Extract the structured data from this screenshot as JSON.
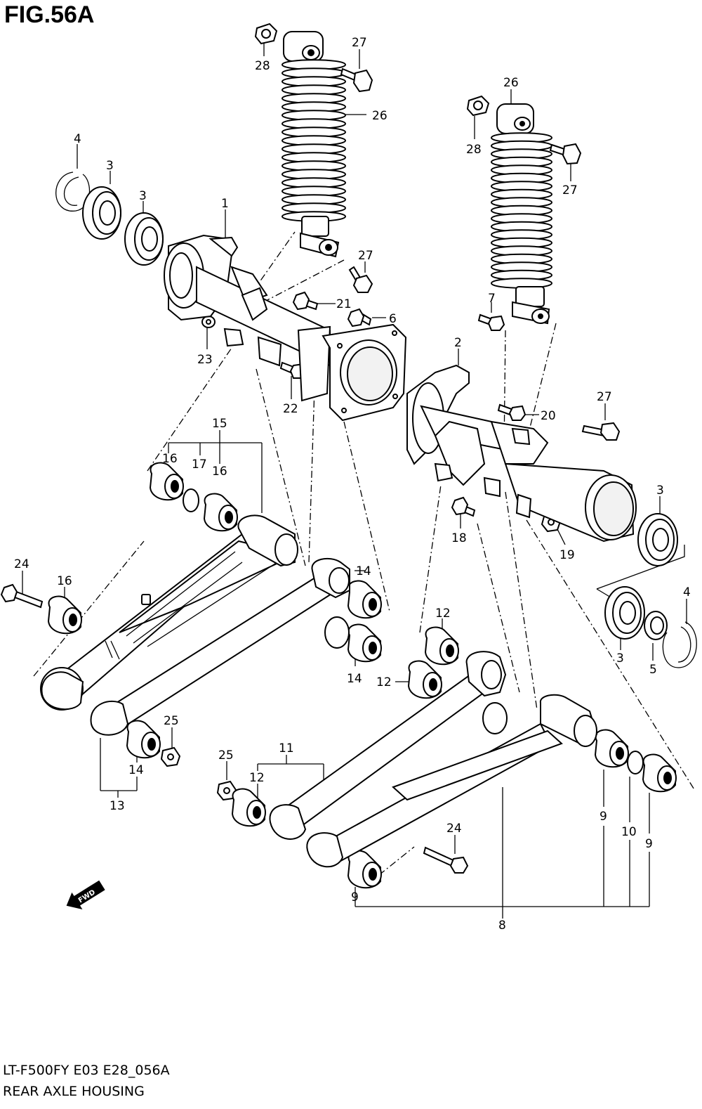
{
  "figure": {
    "title": "FIG.56A",
    "model_code": "LT-F500FY E03 E28_056A",
    "name": "REAR AXLE HOUSING",
    "fwd_label": "FWD"
  },
  "callouts": [
    {
      "id": "c28a",
      "label": "28"
    },
    {
      "id": "c27a",
      "label": "27"
    },
    {
      "id": "c26a",
      "label": "26"
    },
    {
      "id": "c26b",
      "label": "26"
    },
    {
      "id": "c28b",
      "label": "28"
    },
    {
      "id": "c27b",
      "label": "27"
    },
    {
      "id": "c4a",
      "label": "4"
    },
    {
      "id": "c3a",
      "label": "3"
    },
    {
      "id": "c3b",
      "label": "3"
    },
    {
      "id": "c1",
      "label": "1"
    },
    {
      "id": "c27c",
      "label": "27"
    },
    {
      "id": "c21",
      "label": "21"
    },
    {
      "id": "c6",
      "label": "6"
    },
    {
      "id": "c7",
      "label": "7"
    },
    {
      "id": "c23",
      "label": "23"
    },
    {
      "id": "c22",
      "label": "22"
    },
    {
      "id": "c2",
      "label": "2"
    },
    {
      "id": "c27d",
      "label": "27"
    },
    {
      "id": "c20",
      "label": "20"
    },
    {
      "id": "c15",
      "label": "15"
    },
    {
      "id": "c16a",
      "label": "16"
    },
    {
      "id": "c17",
      "label": "17"
    },
    {
      "id": "c16b",
      "label": "16"
    },
    {
      "id": "c3c",
      "label": "3"
    },
    {
      "id": "c18",
      "label": "18"
    },
    {
      "id": "c19",
      "label": "19"
    },
    {
      "id": "c24a",
      "label": "24"
    },
    {
      "id": "c16c",
      "label": "16"
    },
    {
      "id": "c14a",
      "label": "14"
    },
    {
      "id": "c4b",
      "label": "4"
    },
    {
      "id": "c12a",
      "label": "12"
    },
    {
      "id": "c3d",
      "label": "3"
    },
    {
      "id": "c5",
      "label": "5"
    },
    {
      "id": "c14b",
      "label": "14"
    },
    {
      "id": "c12b",
      "label": "12"
    },
    {
      "id": "c25a",
      "label": "25"
    },
    {
      "id": "c14c",
      "label": "14"
    },
    {
      "id": "c13",
      "label": "13"
    },
    {
      "id": "c11",
      "label": "11"
    },
    {
      "id": "c25b",
      "label": "25"
    },
    {
      "id": "c12c",
      "label": "12"
    },
    {
      "id": "c9a",
      "label": "9"
    },
    {
      "id": "c10",
      "label": "10"
    },
    {
      "id": "c9b",
      "label": "9"
    },
    {
      "id": "c24b",
      "label": "24"
    },
    {
      "id": "c9c",
      "label": "9"
    },
    {
      "id": "c8",
      "label": "8"
    }
  ]
}
